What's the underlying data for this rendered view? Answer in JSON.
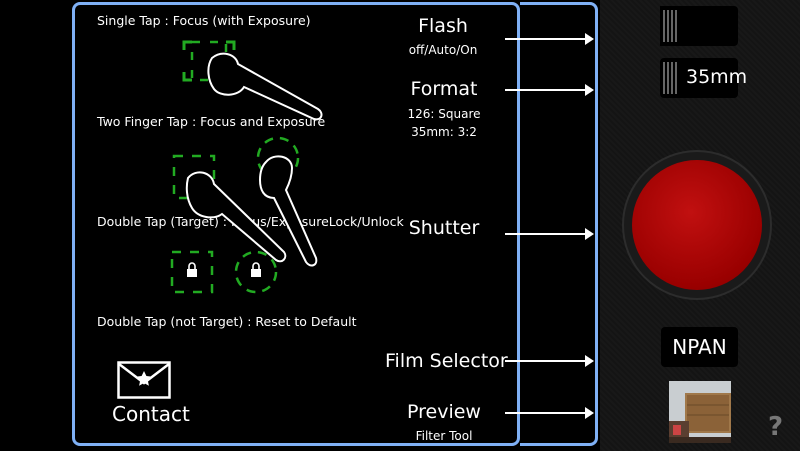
{
  "hints": [
    {
      "text": "Single Tap : Focus (with Exposure)"
    },
    {
      "text": "Two Finger Tap : Focus and Exposure"
    },
    {
      "text": "Double Tap (Target) : Focus/ExposureLock/Unlock"
    },
    {
      "text": "Double Tap (not Target) : Reset to Default"
    }
  ],
  "callouts": {
    "flash": {
      "title": "Flash",
      "sub": "off/Auto/On"
    },
    "format": {
      "title": "Format",
      "sub1": "126: Square",
      "sub2": "35mm: 3:2"
    },
    "shutter": {
      "title": "Shutter"
    },
    "film_selector": {
      "title": "Film Selector"
    },
    "preview": {
      "title": "Preview",
      "sub": "Filter Tool"
    }
  },
  "contact": {
    "label": "Contact",
    "icon": "envelope-star-icon"
  },
  "controls": {
    "format_value": "35mm",
    "film_value": "NPAN",
    "help": "?"
  },
  "colors": {
    "frame": "#7fb0f5",
    "focus_target": "#22aa22",
    "shutter": "#b00000"
  }
}
